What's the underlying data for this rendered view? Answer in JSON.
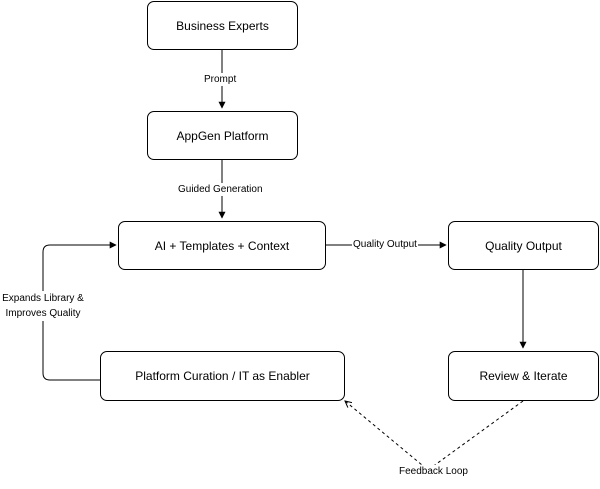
{
  "nodes": {
    "business_experts": "Business Experts",
    "appgen_platform": "AppGen Platform",
    "ai_templates_context": "AI + Templates + Context",
    "quality_output": "Quality Output",
    "platform_curation": "Platform Curation / IT as Enabler",
    "review_iterate": "Review & Iterate"
  },
  "edges": {
    "prompt": "Prompt",
    "guided_generation": "Guided Generation",
    "quality_output": "Quality Output",
    "expands_library_line1": "Expands Library &",
    "expands_library_line2": "Improves Quality",
    "feedback_loop": "Feedback Loop"
  },
  "colors": {
    "stroke": "#000000",
    "fill": "#ffffff",
    "text": "#000000"
  }
}
